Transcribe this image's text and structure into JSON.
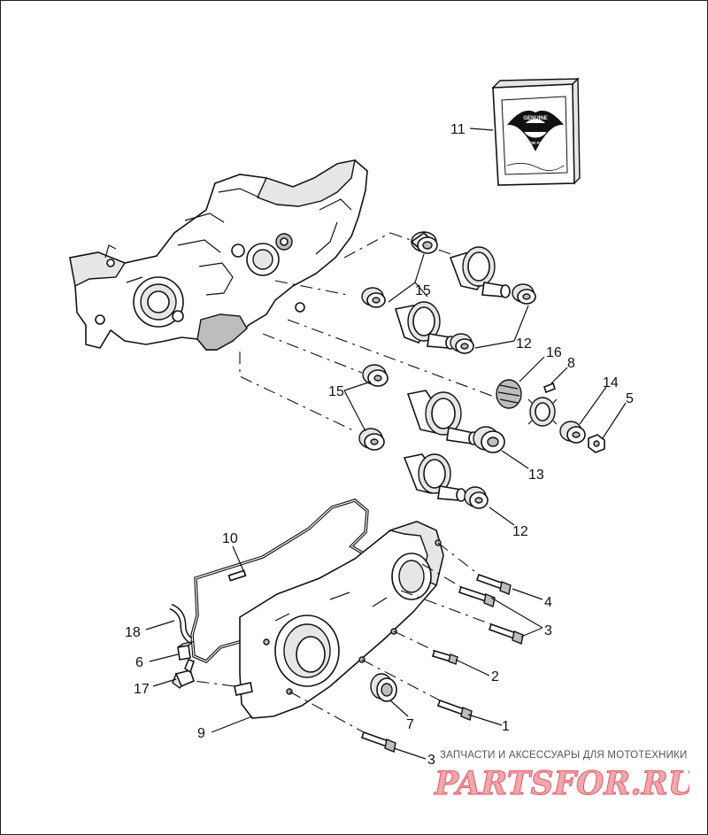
{
  "diagram": {
    "callouts": {
      "c11": "11",
      "c15a": "15",
      "c12a": "12",
      "c16": "16",
      "c8": "8",
      "c15b": "15",
      "c14": "14",
      "c5": "5",
      "c13": "13",
      "c12b": "12",
      "c10": "10",
      "c4": "4",
      "c3a": "3",
      "c18": "18",
      "c6": "6",
      "c2": "2",
      "c17": "17",
      "c1": "1",
      "c7": "7",
      "c9": "9",
      "c3b": "3"
    }
  },
  "logo_box": {
    "line1": "GENUINE",
    "line2": "MOTOR PARTS"
  },
  "watermark": {
    "caption": "ЗАПЧАСТИ И АКСЕССУАРЫ ДЛЯ МОТОТЕХНИКИ",
    "brand": "PARTSFOR.RU"
  }
}
